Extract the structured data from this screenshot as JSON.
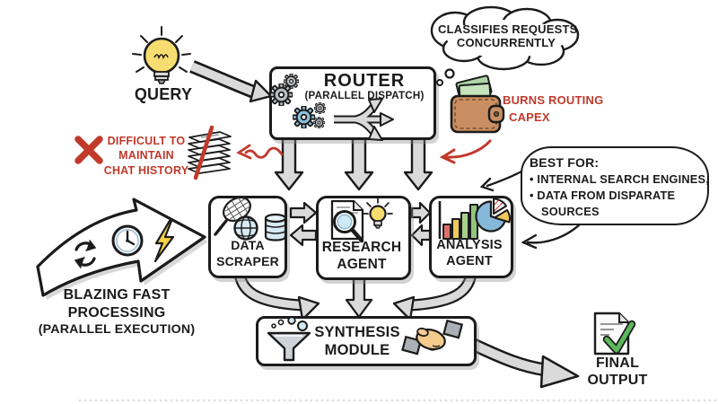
{
  "colors": {
    "ink": "#1b1b1b",
    "accent_red": "#c0392b",
    "arrow_fill": "#dadada",
    "bulb_yellow": "#f7dc6f",
    "blue_light": "#cfe9f5",
    "gear_blue": "#8fc1dd",
    "wallet_brown": "#c98f63",
    "cash_green": "#aed6a4",
    "check_green": "#5cb85c"
  },
  "nodes": {
    "query": {
      "label": "QUERY",
      "icon": "lightbulb-icon"
    },
    "router": {
      "title": "ROUTER",
      "subtitle": "(PARALLEL DISPATCH)",
      "icons": [
        "gears-icon",
        "dispatch-branch-icon"
      ]
    },
    "data_scraper": {
      "line1": "DATA",
      "line2": "SCRAPER",
      "icons": [
        "net-icon",
        "globe-icon",
        "database-icon"
      ]
    },
    "research_agent": {
      "line1": "RESEARCH",
      "line2": "AGENT",
      "icons": [
        "document-magnifier-icon",
        "lightbulb-icon"
      ]
    },
    "analysis_agent": {
      "line1": "ANALYSIS",
      "line2": "AGENT",
      "icons": [
        "bar-chart-icon",
        "pie-chart-icon"
      ]
    },
    "synthesis_module": {
      "line1": "SYNTHESIS",
      "line2": "MODULE",
      "icons": [
        "funnel-icon",
        "handshake-icon"
      ]
    },
    "final_output": {
      "line1": "FINAL",
      "line2": "OUTPUT",
      "icon": "document-check-icon"
    }
  },
  "annotations": {
    "thought_bubble": {
      "line1": "CLASSIFIES REQUESTS",
      "line2": "CONCURRENTLY"
    },
    "capex_note": {
      "line1": "BURNS ROUTING",
      "line2": "CAPEX",
      "icon": "wallet-cash-icon"
    },
    "history_note": {
      "line1": "DIFFICULT TO",
      "line2": "MAINTAIN",
      "line3": "CHAT HISTORY",
      "icons": [
        "x-mark-icon",
        "paper-stack-icon"
      ]
    },
    "best_for": {
      "title": "BEST FOR:",
      "bullet1": "• INTERNAL SEARCH ENGINES,",
      "bullet2": "• DATA FROM DISPARATE",
      "bullet2_cont": "SOURCES"
    },
    "speed_note": {
      "line1": "BLAZING FAST",
      "line2": "PROCESSING",
      "line3": "(PARALLEL EXECUTION)",
      "icons": [
        "refresh-icon",
        "clock-icon",
        "lightning-icon"
      ]
    }
  }
}
